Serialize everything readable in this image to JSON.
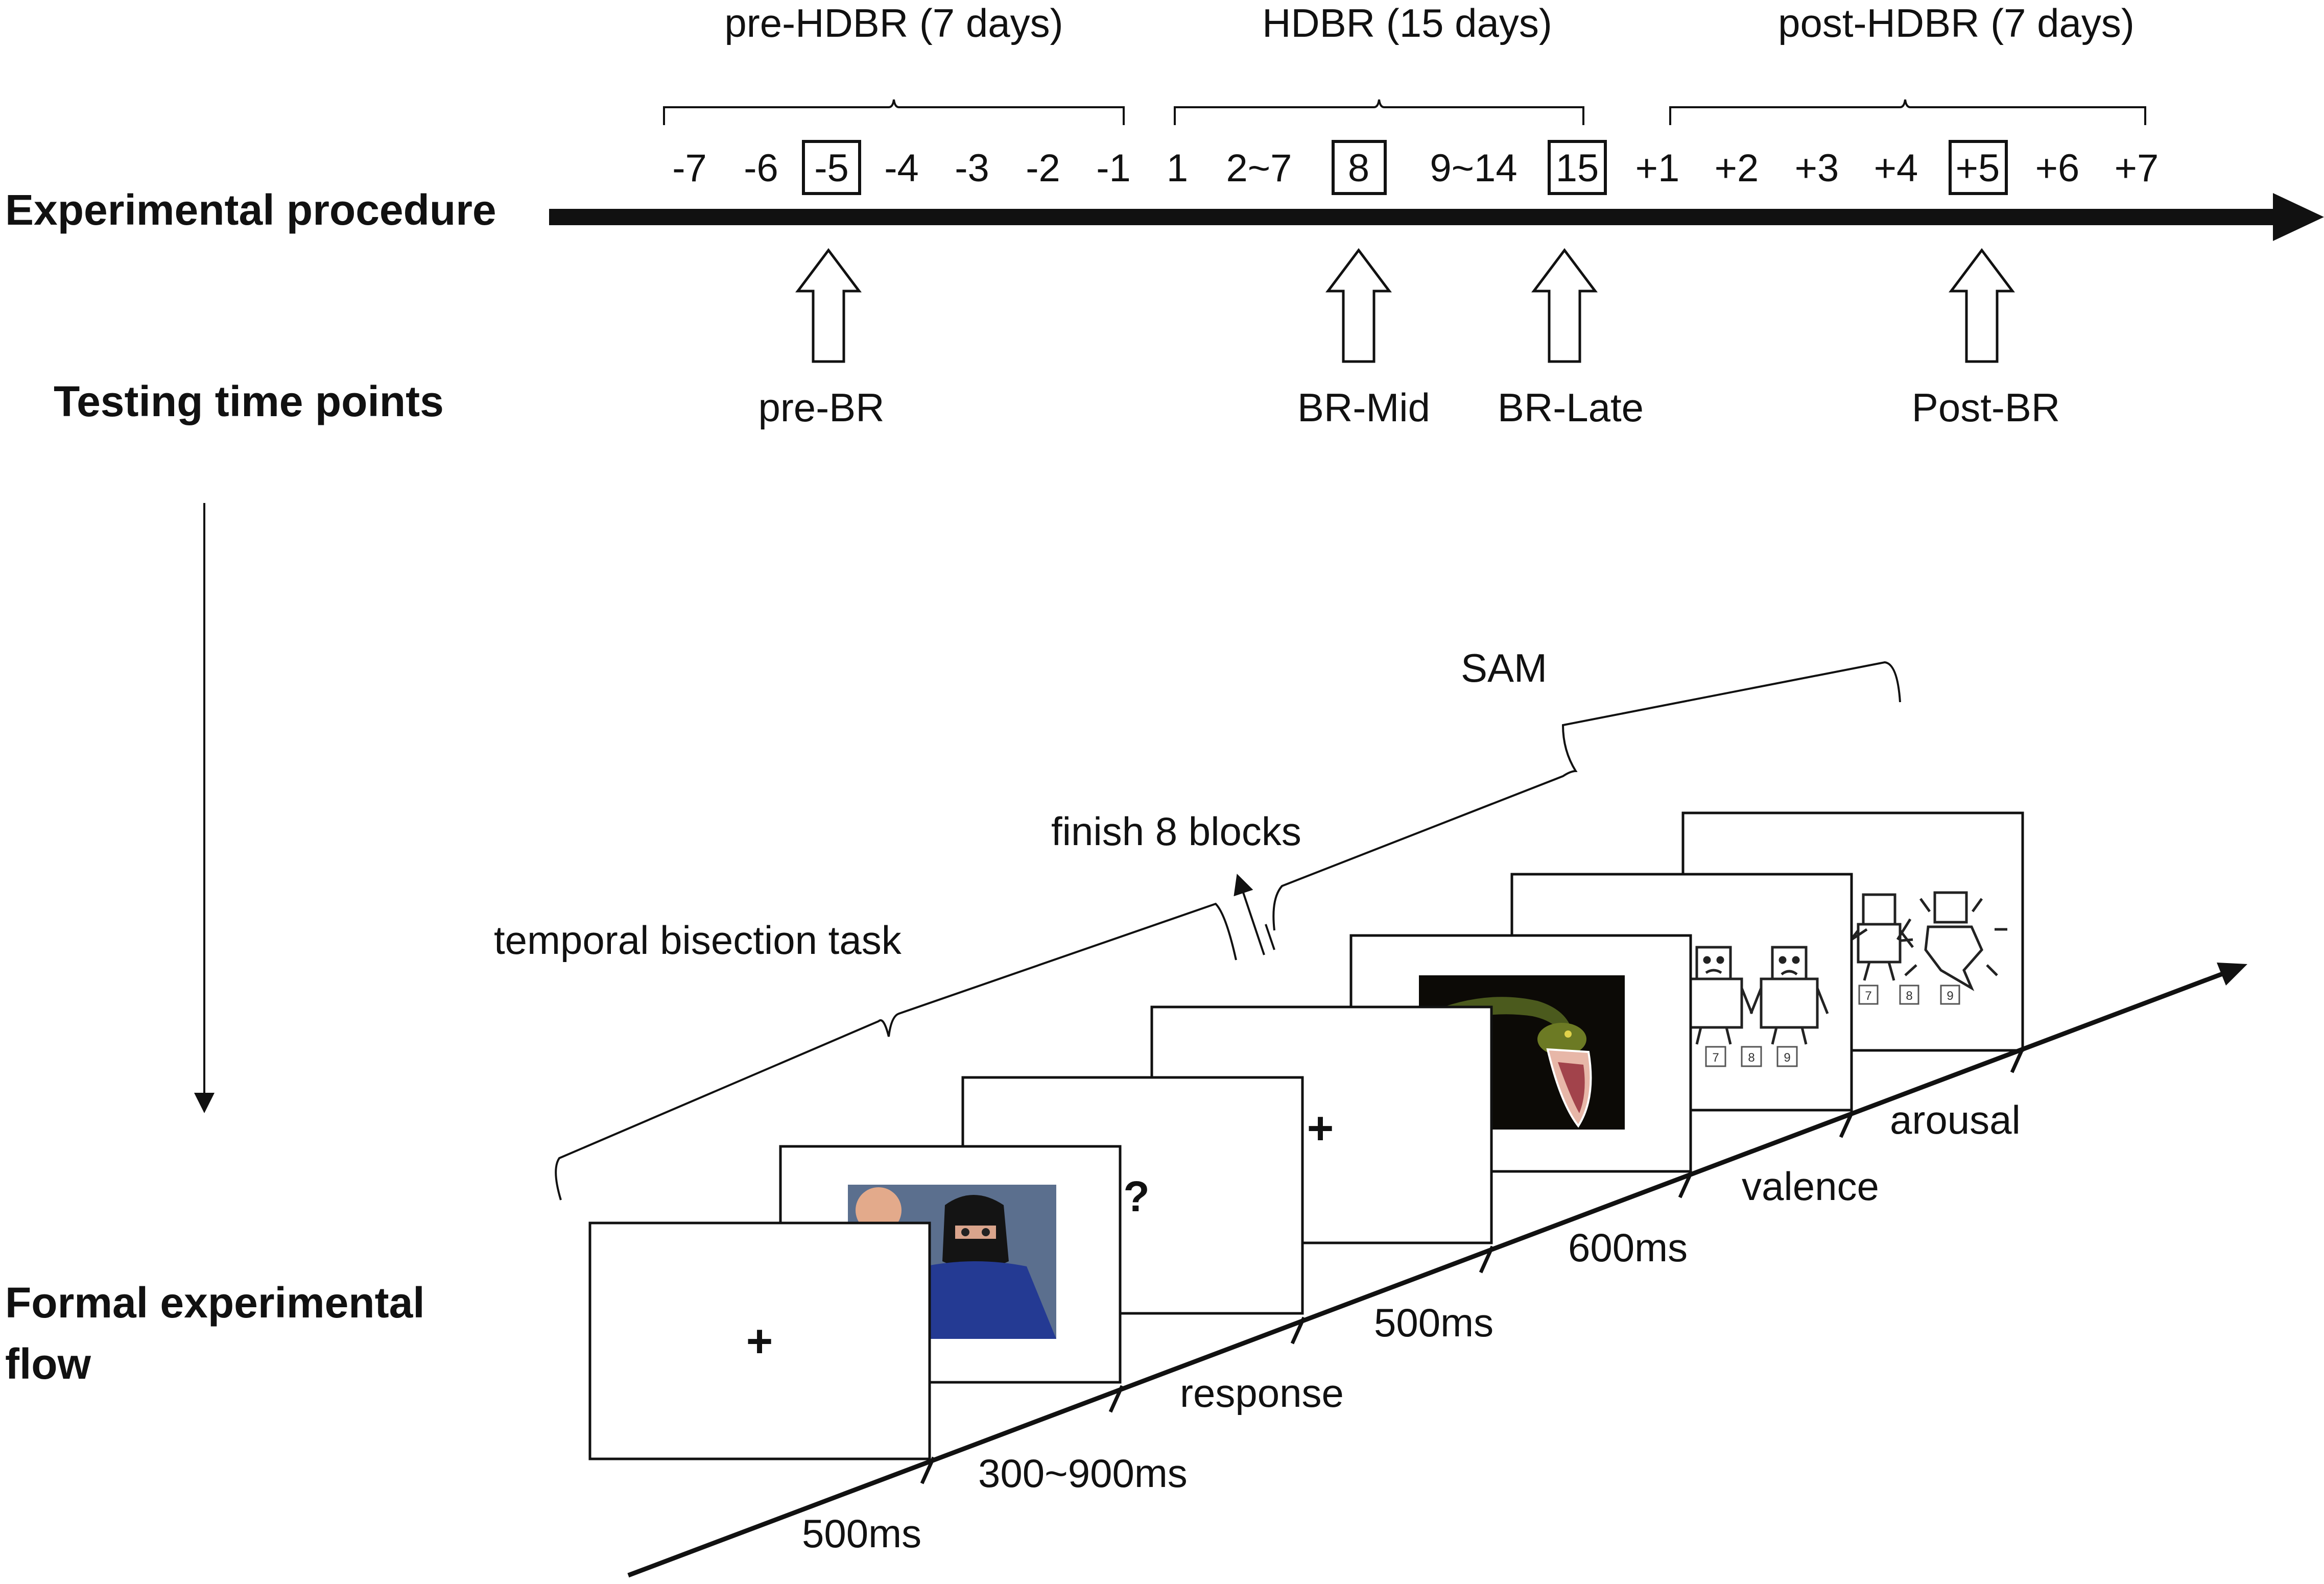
{
  "procedure": {
    "row_label": "Experimental procedure",
    "phases": [
      {
        "label": "pre-HDBR (7 days)"
      },
      {
        "label": "HDBR (15 days)"
      },
      {
        "label": "post-HDBR (7 days)"
      }
    ],
    "days": [
      "-7",
      "-6",
      "-5",
      "-4",
      "-3",
      "-2",
      "-1",
      "1",
      "2~7",
      "8",
      "9~14",
      "15",
      "+1",
      "+2",
      "+3",
      "+4",
      "+5",
      "+6",
      "+7"
    ],
    "boxed_days": [
      "-5",
      "8",
      "15",
      "+5"
    ]
  },
  "testing": {
    "row_label": "Testing time points",
    "points": [
      {
        "label": "pre-BR",
        "day": "-5"
      },
      {
        "label": "BR-Mid",
        "day": "8"
      },
      {
        "label": "BR-Late",
        "day": "15"
      },
      {
        "label": "Post-BR",
        "day": "+5"
      }
    ]
  },
  "flow": {
    "row_label_line1": "Formal experimental",
    "row_label_line2": "flow",
    "bracket_task": "temporal bisection task",
    "bracket_sam": "SAM",
    "loop_label": "finish 8 blocks",
    "screens": [
      {
        "content": "fixation",
        "symbol": "+"
      },
      {
        "content": "face-photo"
      },
      {
        "content": "question",
        "symbol": "?"
      },
      {
        "content": "fixation",
        "symbol": "+"
      },
      {
        "content": "snake-photo"
      },
      {
        "content": "sam-valence",
        "scale": [
          "7",
          "8",
          "9"
        ]
      },
      {
        "content": "sam-arousal",
        "scale": [
          "7",
          "8",
          "9"
        ]
      }
    ],
    "durations": [
      "500ms",
      "300~900ms",
      "response",
      "500ms",
      "600ms",
      "valence",
      "arousal"
    ]
  }
}
